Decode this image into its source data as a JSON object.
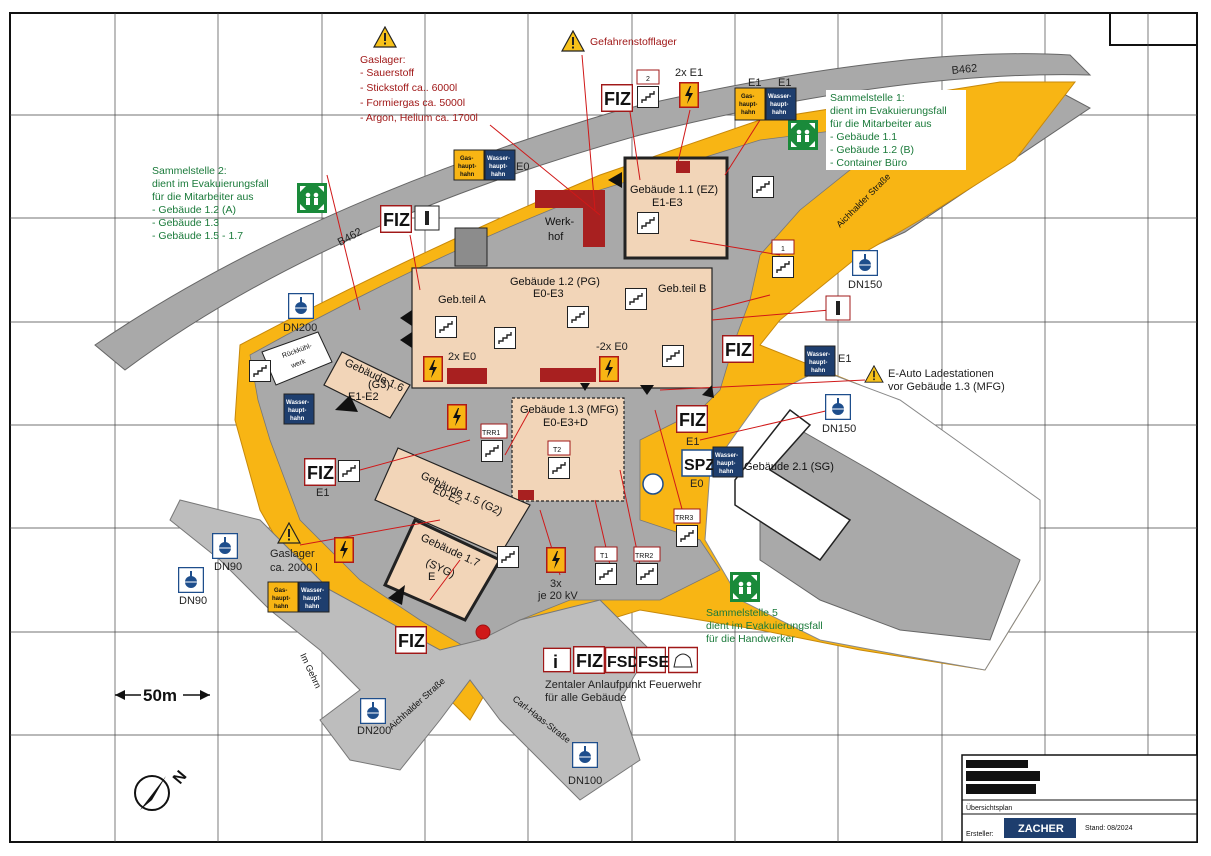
{
  "map": {
    "roads": {
      "b462_top": "B462",
      "b462_left": "B462",
      "aichhalder_right": "Aichhalder Straße",
      "aichhalder_bottom": "Aichhalder Straße",
      "carl_haas": "Carl-Haas-Straße",
      "im_gehrn": "Im Gehrn"
    },
    "buildings": {
      "g11": {
        "title": "Gebäude 1.1 (EZ)",
        "floors": "E1-E3"
      },
      "g12": {
        "title": "Gebäude 1.2 (PG)",
        "floors": "E0-E3",
        "part_a": "Geb.teil A",
        "part_b": "Geb.teil B"
      },
      "g13": {
        "title": "Gebäude 1.3 (MFG)",
        "floors": "E0-E3+D"
      },
      "g15": {
        "title": "Gebäude 1.5 (G2)",
        "floors": "E0-E2"
      },
      "g16": {
        "title": "Gebäude 1.6",
        "sub": "(G3)",
        "floors": "E1-E2"
      },
      "g17": {
        "title": "Gebäude 1.7",
        "sub": "(SYG)",
        "floors": "E"
      },
      "g21": {
        "title": "Gebäude 2.1 (SG)"
      },
      "werkhof": [
        "Werk-",
        "hof"
      ],
      "rueckkuehl": [
        "Rückkühl-",
        "werk"
      ]
    },
    "annotations": {
      "gasstore_title": "Gaslager:",
      "gasstore_lines": [
        "- Sauerstoff",
        "- Stickstoff ca.. 6000l",
        "- Formiergas ca. 5000l",
        "- Argon, Helium ca. 1700l"
      ],
      "hazard_store": "Gefahrenstofflager",
      "sammel1": [
        "Sammelstelle 1:",
        "dient im Evakuierungsfall",
        "für die Mitarbeiter aus",
        "- Gebäude 1.1",
        "- Gebäude 1.2 (B)",
        "- Container Büro"
      ],
      "sammel2": [
        "Sammelstelle 2:",
        "dient im Evakuierungsfall",
        "für die Mitarbeiter aus",
        "- Gebäude 1.2 (A)",
        "- Gebäude 1.3",
        "- Gebäude 1.5 - 1.7"
      ],
      "sammel5": [
        "Sammelstelle 5",
        "dient im Evakuierungsfall",
        "für die Handwerker"
      ],
      "eauto": [
        "E-Auto Ladestationen",
        "vor Gebäude 1.3 (MFG)"
      ],
      "gaslager2": [
        "Gaslager",
        "ca. 2000 l"
      ],
      "zentral": [
        "Zentaler Anlaufpunkt Feuerwehr",
        "für alle Gebäude"
      ],
      "kv": [
        "3x",
        "je 20 kV"
      ],
      "x2e1": "2x E1",
      "x2e0": "2x E0",
      "x2e0b": "-2x E0",
      "e0_a": "E0",
      "e1_a": "E1",
      "e1_b": "E1",
      "e1_c": "E1",
      "e1_d": "E1",
      "e1_e": "E1",
      "e0_b": "E0",
      "scale": "50m"
    },
    "signs": {
      "fiz": "FIZ",
      "fsd": "FSD",
      "fse": "FSE",
      "spz": "SPZ",
      "info": "i",
      "trr1": "TRR1",
      "trr2": "TRR2",
      "trr3": "TRR3",
      "t1": "T1",
      "t2": "T2",
      "n1": "1",
      "n2": "2",
      "wasser": [
        "Wasser-",
        "haupt-",
        "hahn"
      ],
      "gas": [
        "Gas-",
        "haupt-",
        "hahn"
      ],
      "dn200": "DN200",
      "dn150": "DN150",
      "dn90": "DN90",
      "dn100": "DN100"
    }
  },
  "title_block": {
    "doc": "Übersichtsplan",
    "creator_label": "Ersteller:",
    "company": "ZACHER",
    "date": "Stand: 08/2024"
  },
  "colors": {
    "road": "#a9a9a9",
    "yellow": "#f8b514",
    "building": "#f2d5b8",
    "red": "#a82020",
    "green": "#1a8a3a",
    "blue": "#1e4e8c"
  }
}
